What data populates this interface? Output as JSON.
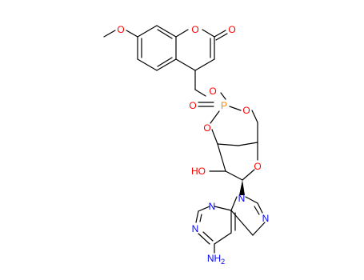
{
  "molecule": {
    "colors": {
      "bond": "#000000",
      "oxygen": "#ff0000",
      "nitrogen": "#0000ff",
      "phosphorus": "#ff8000",
      "carbon_text": "#000000"
    },
    "labels": {
      "o_lactone_ring": "O",
      "o_lactone_carbonyl": "O",
      "o_methoxy": "O",
      "o_ester": "O",
      "phosphorus": "P",
      "o_phosphoryl": "O",
      "o_cyclic_left": "O",
      "o_cyclic_right": "O",
      "o_furanose": "O",
      "hydroxyl": "HO",
      "n9": "N",
      "n7": "N",
      "n3": "N",
      "n1": "N",
      "amine": "NH",
      "amine_subscript": "2"
    }
  }
}
